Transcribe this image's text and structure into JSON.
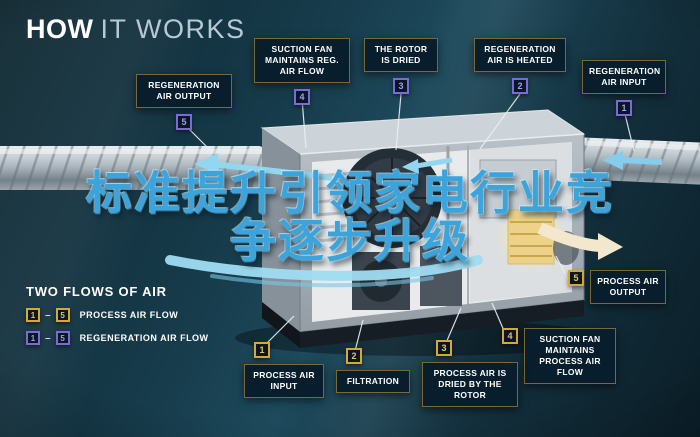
{
  "title": {
    "word1": "HOW",
    "word2": "IT WORKS"
  },
  "headline": {
    "line1": "标准提升引领家电行业竞",
    "line2": "争逐步升级"
  },
  "legend": {
    "heading": "TWO FLOWS OF AIR",
    "separator": "–",
    "rows": [
      {
        "start": "1",
        "end": "5",
        "label": "PROCESS AIR FLOW",
        "color": "#d9a733"
      },
      {
        "start": "1",
        "end": "5",
        "label": "REGENERATION AIR FLOW",
        "color": "#7b6ad8"
      }
    ]
  },
  "callouts": [
    {
      "num": "5",
      "text": "REGENERATION AIR OUTPUT",
      "flow": "regeneration"
    },
    {
      "num": "4",
      "text": "SUCTION FAN MAINTAINS REG. AIR FLOW",
      "flow": "regeneration"
    },
    {
      "num": "3",
      "text": "THE ROTOR IS DRIED",
      "flow": "regeneration"
    },
    {
      "num": "2",
      "text": "REGENERATION AIR IS HEATED",
      "flow": "regeneration"
    },
    {
      "num": "1",
      "text": "REGENERATION AIR INPUT",
      "flow": "regeneration"
    },
    {
      "num": "5",
      "text": "PROCESS AIR OUTPUT",
      "flow": "process"
    },
    {
      "num": "4",
      "text": "SUCTION FAN MAINTAINS PROCESS AIR FLOW",
      "flow": "process"
    },
    {
      "num": "3",
      "text": "PROCESS AIR IS DRIED BY THE ROTOR",
      "flow": "process"
    },
    {
      "num": "2",
      "text": "FILTRATION",
      "flow": "process"
    },
    {
      "num": "1",
      "text": "PROCESS AIR INPUT",
      "flow": "process"
    }
  ],
  "colors": {
    "background": "#14323f",
    "process_flow": "#d9a733",
    "regeneration_flow": "#7b6ad8",
    "headline_blue": "#3ba4dd",
    "flow_arrow_blue": "#93d6ef",
    "flow_arrow_cream": "#f3e7cd"
  }
}
